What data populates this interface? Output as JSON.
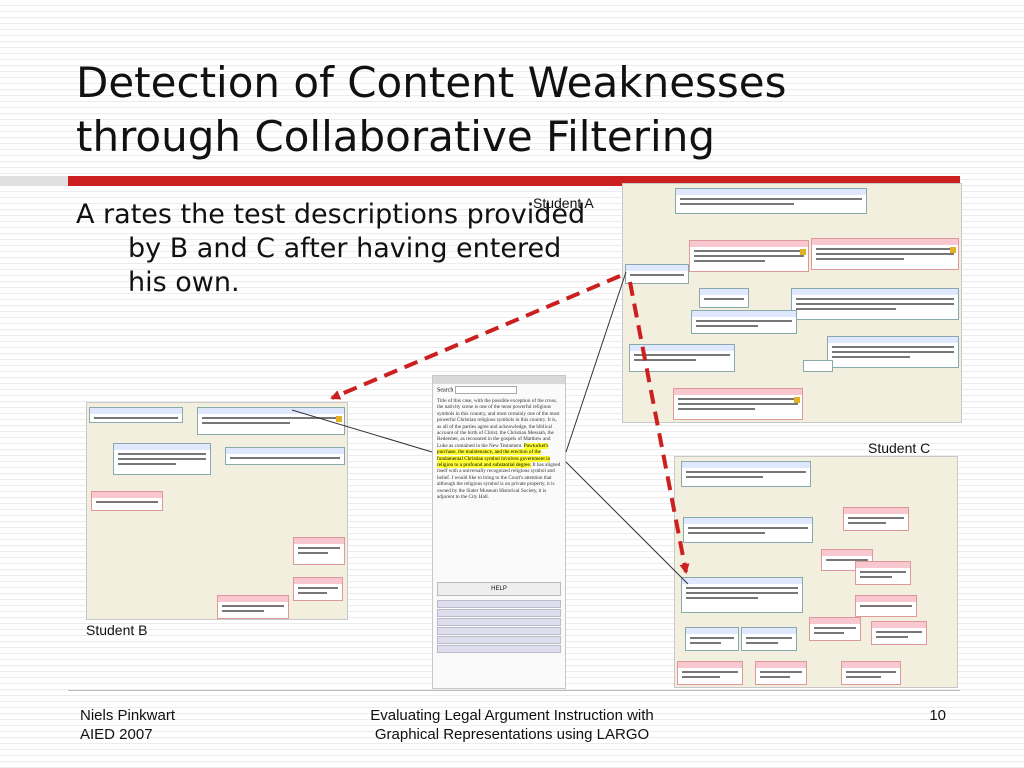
{
  "slide": {
    "title_line1": "Detection of Content Weaknesses",
    "title_line2": "through Collaborative Filtering",
    "bullet": "A rates the test descriptions provided by B and C after having entered his own."
  },
  "labels": {
    "student_a": "Student A",
    "student_b": "Student B",
    "student_c": "Student C"
  },
  "center_panel": {
    "search_label": "Search",
    "text": "Title of this case, with the possible exception of the cross, the nativity scene is one of the most powerful religious symbols in this country, and most certainly one of the most powerful Christian religious symbols in this country. It is, as all of the parties agree and acknowledge, the biblical account of the birth of Christ, the Christian Messiah, the Redeemer, as recounted in the gospels of Matthew and Luke as contained in the New Testament.",
    "highlight": "Pawtucket's purchase, the maintenance, and the erection of the fundamental Christian symbol involves government in religion to a profound and substantial degree.",
    "text_after": "It has aligned itself with a universally recognized religious symbol and belief. I would like to bring to the Court's attention that although the religious symbol is on private property, it is owned by the Slater Museum Historical Society, it is adjacent to the City Hall.",
    "help": "HELP"
  },
  "footer": {
    "author": "Niels Pinkwart",
    "venue": "AIED 2007",
    "title_line1": "Evaluating Legal Argument Instruction with",
    "title_line2": "Graphical Representations using LARGO",
    "page": "10"
  },
  "colors": {
    "accent_bar": "#cc1f1f",
    "arrows": "#cc1f1f"
  }
}
